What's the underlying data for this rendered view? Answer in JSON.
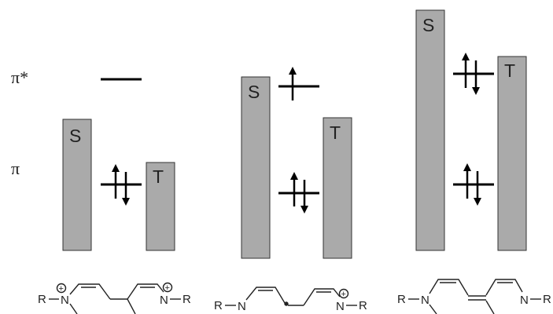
{
  "orbital_labels": {
    "pi_star": "π*",
    "pi": "π"
  },
  "colors": {
    "bar_fill": "#aaaaaa",
    "bar_stroke": "#333333",
    "line": "#000000"
  },
  "columns": [
    {
      "singlet_label": "S",
      "triplet_label": "T",
      "molecule": "dication"
    },
    {
      "singlet_label": "S",
      "triplet_label": "T",
      "molecule": "radical-cation"
    },
    {
      "singlet_label": "S",
      "triplet_label": "T",
      "molecule": "neutral-quinoid"
    }
  ],
  "structures": {
    "r_group": "R",
    "nitrogen": "N",
    "charge": "+"
  }
}
